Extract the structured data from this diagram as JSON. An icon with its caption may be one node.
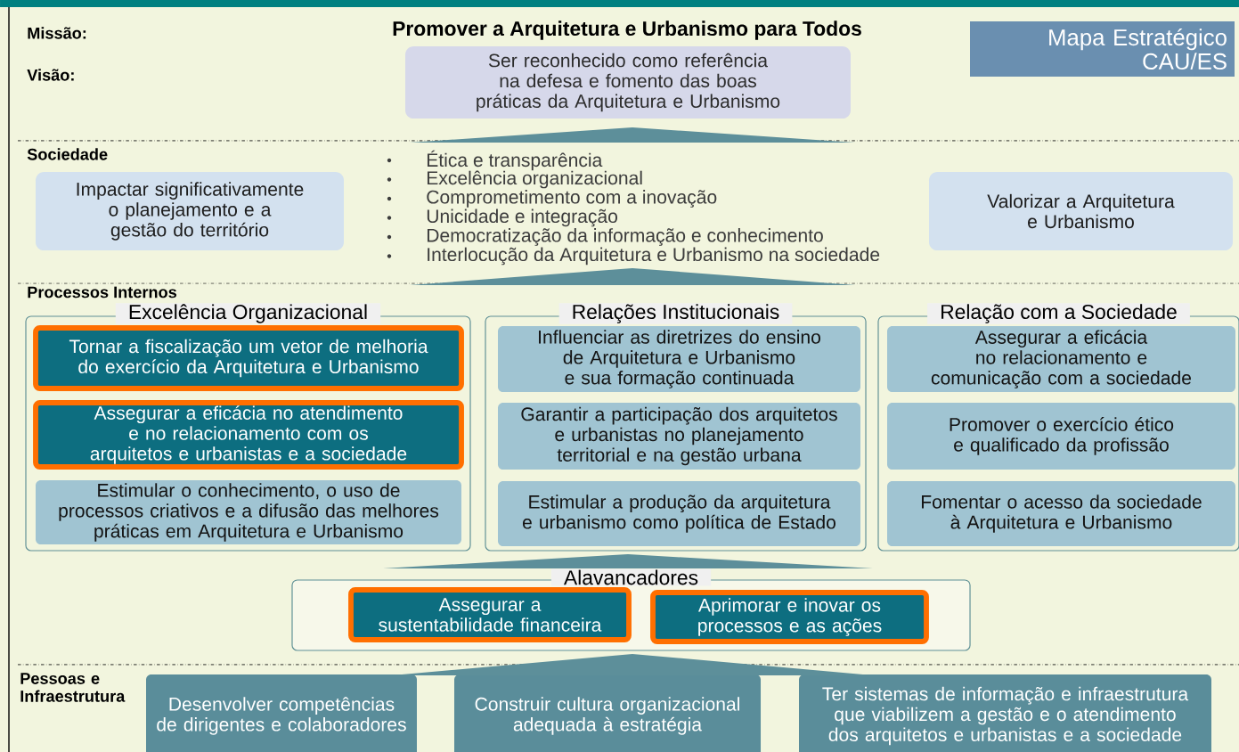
{
  "diagram": {
    "nodes": [
      {
        "text": [
          "Mapa Estratégico CAU/ES"
        ]
      },
      {
        "text": [
          "Ser reconhecido como referência na defesa e fomento das boas práticas da Arquitetura e Urbanismo"
        ]
      },
      {
        "text": [
          "Impactar significativamente o planejamento e a gestão do território"
        ]
      },
      {
        "text": [
          "Valorizar a Arquitetura e Urbanismo"
        ]
      },
      {
        "text": [
          "Excelência Organizacional"
        ]
      },
      {
        "text": [
          "Tornar a fiscalização um vetor de melhoria do exercício da Arquitetura e Urbanismo"
        ],
        "in": 4
      },
      {
        "text": [
          "Assegurar a eficácia no atendimento e no relacionamento com os arquitetos e urbanistas e a sociedade"
        ],
        "in": 4
      },
      {
        "text": [
          "Estimular o conhecimento, o uso de processos criativos e a difusão das melhores práticas em Arquitetura e Urbanismo"
        ],
        "in": 4
      },
      {
        "text": [
          "Relações Institucionais"
        ]
      },
      {
        "text": [
          "Influenciar as diretrizes do ensino de Arquitetura e Urbanismo e sua formação continuada"
        ],
        "in": 8
      },
      {
        "text": [
          "Garantir a participação dos arquitetos e urbanistas no planejamento territorial e na gestão urbana"
        ],
        "in": 8
      },
      {
        "text": [
          "Estimular a produção da arquitetura e urbanismo como política de Estado"
        ],
        "in": 8
      },
      {
        "text": [
          "Relação com a Sociedade"
        ]
      },
      {
        "text": [
          "Assegurar a eficácia no relacionamento e comunicação com a sociedade"
        ],
        "in": 12
      },
      {
        "text": [
          "Promover o exercício ético e qualificado da profissão"
        ],
        "in": 12
      },
      {
        "text": [
          "Fomentar o acesso da sociedade à Arquitetura e Urbanismo"
        ],
        "in": 12
      },
      {
        "text": [
          "Alavancadores"
        ]
      },
      {
        "text": [
          "Assegurar a sustentabilidade financeira"
        ],
        "in": 16
      },
      {
        "text": [
          "Aprimorar e inovar os processos e as ações"
        ],
        "in": 16
      },
      {
        "text": [
          "Desenvolver competências de dirigentes e colaboradores"
        ]
      },
      {
        "text": [
          "Construir cultura organizacional adequada à estratégia"
        ]
      },
      {
        "text": [
          "Ter sistemas de informação e infraestrutura que viabilizem a gestão e o atendimento dos arquitetos e urbanistas e a sociedade"
        ]
      },
      {
        "text": [],
        "shape": "triangle"
      },
      {
        "text": [],
        "shape": "triangle"
      },
      {
        "text": [],
        "shape": "triangle"
      },
      {
        "text": [],
        "shape": "triangle"
      }
    ],
    "labels": [
      "Missão:",
      "Promover a Arquitetura e Urbanismo para Todos",
      "Visão:",
      "Sociedade",
      "Ética e transparência",
      "Excelência organizacional",
      "Comprometimento com a inovação",
      "Unicidade e integração",
      "Democratização da informação e conhecimento",
      "Interlocução da Arquitetura e Urbanismo na sociedade",
      "Processos Internos",
      "Pessoas e Infraestrutura"
    ]
  }
}
